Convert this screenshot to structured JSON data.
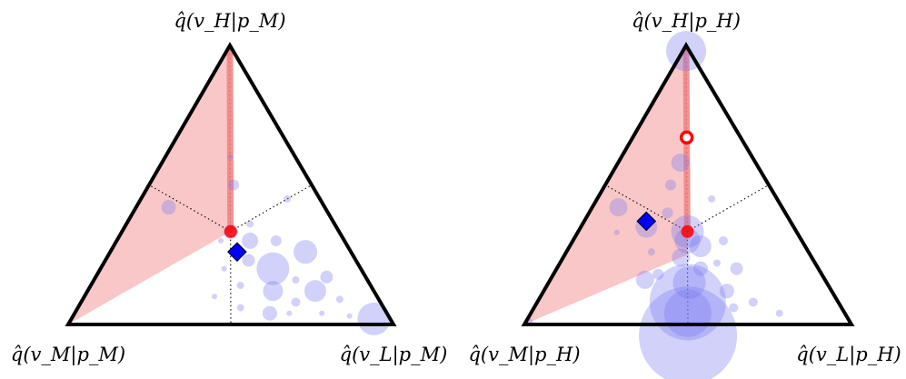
{
  "colors": {
    "region_fill": "#f9c7c7",
    "region_line": "#f28080",
    "point_fill": "#7b7bf0",
    "marker_red": "#ff0000",
    "marker_blue": "#0000ff",
    "triangle": "#000000",
    "divider": "#000000"
  },
  "panels": [
    {
      "id": "left",
      "labels": {
        "top": "q̂(v_H|p_M)",
        "left": "q̂(v_M|p_M)",
        "right": "q̂(v_L|p_M)"
      },
      "markers": {
        "red_filled": [
          0.333,
          0.333,
          0.334
        ],
        "red_open": null,
        "blue_diamond": [
          0.26,
          0.35,
          0.39
        ]
      },
      "region": [
        [
          1,
          0,
          0
        ],
        [
          0.333,
          0.333,
          0.334
        ],
        [
          0,
          1,
          0
        ]
      ],
      "points": [
        {
          "b": [
            0.333,
            0.333,
            0.334
          ],
          "s": 8
        },
        {
          "b": [
            0.3,
            0.29,
            0.41
          ],
          "s": 9
        },
        {
          "b": [
            0.23,
            0.33,
            0.44
          ],
          "s": 7
        },
        {
          "b": [
            0.2,
            0.27,
            0.53
          ],
          "s": 18
        },
        {
          "b": [
            0.12,
            0.31,
            0.57
          ],
          "s": 11
        },
        {
          "b": [
            0.04,
            0.36,
            0.6
          ],
          "s": 8
        },
        {
          "b": [
            0.26,
            0.14,
            0.6
          ],
          "s": 13
        },
        {
          "b": [
            0.3,
            0.21,
            0.49
          ],
          "s": 6
        },
        {
          "b": [
            0.12,
            0.18,
            0.7
          ],
          "s": 12
        },
        {
          "b": [
            0.17,
            0.12,
            0.71
          ],
          "s": 7
        },
        {
          "b": [
            0.02,
            0.05,
            0.93
          ],
          "s": 18
        },
        {
          "b": [
            0.09,
            0.12,
            0.79
          ],
          "s": 4
        },
        {
          "b": [
            0.42,
            0.48,
            0.1
          ],
          "s": 8
        },
        {
          "b": [
            0.5,
            0.24,
            0.26
          ],
          "s": 6
        },
        {
          "b": [
            0.14,
            0.4,
            0.46
          ],
          "s": 4
        },
        {
          "b": [
            0.06,
            0.44,
            0.5
          ],
          "s": 4
        },
        {
          "b": [
            0.3,
            0.38,
            0.32
          ],
          "s": 3
        },
        {
          "b": [
            0.2,
            0.42,
            0.38
          ],
          "s": 3
        },
        {
          "b": [
            0.04,
            0.2,
            0.76
          ],
          "s": 3
        },
        {
          "b": [
            0.08,
            0.26,
            0.66
          ],
          "s": 5
        },
        {
          "b": [
            0.16,
            0.22,
            0.62
          ],
          "s": 4
        },
        {
          "b": [
            0.36,
            0.26,
            0.38
          ],
          "s": 4
        },
        {
          "b": [
            0.6,
            0.2,
            0.2
          ],
          "s": 3
        },
        {
          "b": [
            0.04,
            0.3,
            0.66
          ],
          "s": 3
        },
        {
          "b": [
            0.03,
            0.12,
            0.85
          ],
          "s": 3
        },
        {
          "b": [
            0.45,
            0.1,
            0.45
          ],
          "s": 4
        },
        {
          "b": [
            0.1,
            0.5,
            0.4
          ],
          "s": 3
        }
      ]
    },
    {
      "id": "right",
      "labels": {
        "top": "q̂(v_H|p_H)",
        "left": "q̂(v_M|p_H)",
        "right": "q̂(v_L|p_H)"
      },
      "markers": {
        "red_filled": [
          0.333,
          0.333,
          0.334
        ],
        "red_open": [
          0.67,
          0.165,
          0.165
        ],
        "blue_diamond": [
          0.37,
          0.44,
          0.19
        ]
      },
      "region": [
        [
          1,
          0,
          0
        ],
        [
          0.25,
          0.375,
          0.375
        ],
        [
          0,
          1,
          0
        ]
      ],
      "points": [
        {
          "b": [
            0.98,
            0.01,
            0.01
          ],
          "s": 22
        },
        {
          "b": [
            0.333,
            0.333,
            0.334
          ],
          "s": 18
        },
        {
          "b": [
            0.3,
            0.35,
            0.35
          ],
          "s": 14
        },
        {
          "b": [
            0.28,
            0.32,
            0.4
          ],
          "s": 12
        },
        {
          "b": [
            0.24,
            0.4,
            0.36
          ],
          "s": 10
        },
        {
          "b": [
            0.35,
            0.45,
            0.2
          ],
          "s": 12
        },
        {
          "b": [
            0.15,
            0.42,
            0.43
          ],
          "s": 18
        },
        {
          "b": [
            0.08,
            0.46,
            0.46
          ],
          "s": 42
        },
        {
          "b": [
            -0.04,
            0.52,
            0.52
          ],
          "s": 54
        },
        {
          "b": [
            0.04,
            0.48,
            0.48
          ],
          "s": 26
        },
        {
          "b": [
            0.2,
            0.36,
            0.44
          ],
          "s": 8
        },
        {
          "b": [
            0.42,
            0.5,
            0.08
          ],
          "s": 10
        },
        {
          "b": [
            0.4,
            0.36,
            0.24
          ],
          "s": 6
        },
        {
          "b": [
            0.16,
            0.55,
            0.29
          ],
          "s": 10
        },
        {
          "b": [
            0.12,
            0.32,
            0.56
          ],
          "s": 8
        },
        {
          "b": [
            0.18,
            0.5,
            0.32
          ],
          "s": 6
        },
        {
          "b": [
            0.58,
            0.23,
            0.19
          ],
          "s": 10
        },
        {
          "b": [
            0.5,
            0.3,
            0.2
          ],
          "s": 6
        },
        {
          "b": [
            0.2,
            0.25,
            0.55
          ],
          "s": 7
        },
        {
          "b": [
            0.08,
            0.26,
            0.66
          ],
          "s": 5
        },
        {
          "b": [
            0.3,
            0.24,
            0.46
          ],
          "s": 5
        },
        {
          "b": [
            0.04,
            0.2,
            0.76
          ],
          "s": 4
        },
        {
          "b": [
            0.06,
            0.33,
            0.61
          ],
          "s": 5
        },
        {
          "b": [
            0.45,
            0.2,
            0.35
          ],
          "s": 4
        },
        {
          "b": [
            0.22,
            0.3,
            0.48
          ],
          "s": 4
        },
        {
          "b": [
            0.26,
            0.48,
            0.26
          ],
          "s": 4
        },
        {
          "b": [
            0.01,
            0.98,
            0.01
          ],
          "s": 4
        },
        {
          "b": [
            0.33,
            0.55,
            0.12
          ],
          "s": 3
        }
      ]
    }
  ]
}
